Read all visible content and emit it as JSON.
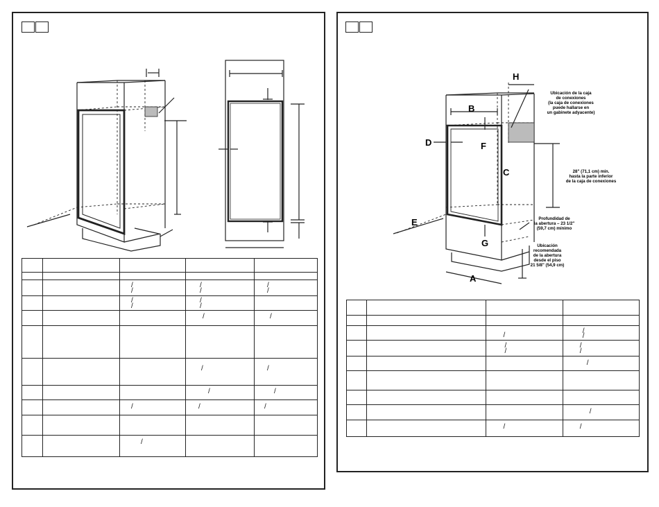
{
  "left_page": {
    "table": {
      "rows": [
        {
          "h": 20
        },
        {
          "h": 11
        },
        {
          "h": 23
        },
        {
          "h": 21
        },
        {
          "h": 22
        },
        {
          "h": 47
        },
        {
          "h": 39
        },
        {
          "h": 21
        },
        {
          "h": 22
        },
        {
          "h": 29
        },
        {
          "h": 31
        }
      ]
    }
  },
  "right_page": {
    "figure_labels": {
      "a": "A",
      "b": "B",
      "c": "C",
      "d": "D",
      "e": "E",
      "f": "F",
      "g": "G",
      "h": "H"
    },
    "notes": {
      "junction_box": [
        "Ubicación de la caja",
        "de conexiones",
        "(la caja de conexiones",
        "puede hallarse en",
        "un gabinete adyacente)"
      ],
      "min_height": [
        "28\" (71,1 cm) mín.",
        "hasta la parte inferior",
        "de la caja de conexiones"
      ],
      "depth": [
        "Profundidad de",
        "la abertura – 23 1/2\"",
        "(59,7 cm) mínimo"
      ],
      "floor": [
        "Ubicación",
        "recomendada",
        "de la abertura",
        "desde el piso",
        "21 5/8\" (54,9 cm)"
      ]
    }
  },
  "slash_mark": "/"
}
